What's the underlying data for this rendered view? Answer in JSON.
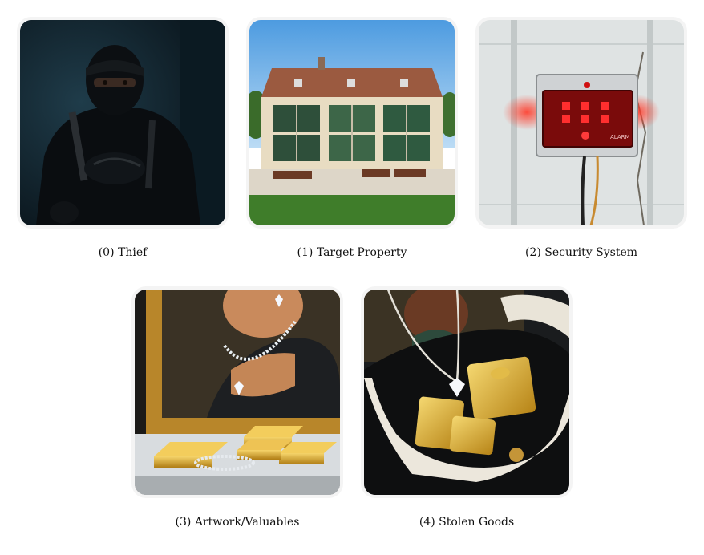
{
  "items": [
    {
      "label": "(0) Thief",
      "icon": "thief-image"
    },
    {
      "label": "(1) Target Property",
      "icon": "house-image"
    },
    {
      "label": "(2) Security System",
      "icon": "alarm-panel-image"
    },
    {
      "label": "(3) Artwork/Valuables",
      "icon": "painting-gold-image"
    },
    {
      "label": "(4) Stolen Goods",
      "icon": "bag-gold-image"
    }
  ],
  "alarm": {
    "brand": "ALARM"
  },
  "colors": {
    "caption": "#111111",
    "alarm_red": "#e01010",
    "gold": "#d4a52a"
  }
}
